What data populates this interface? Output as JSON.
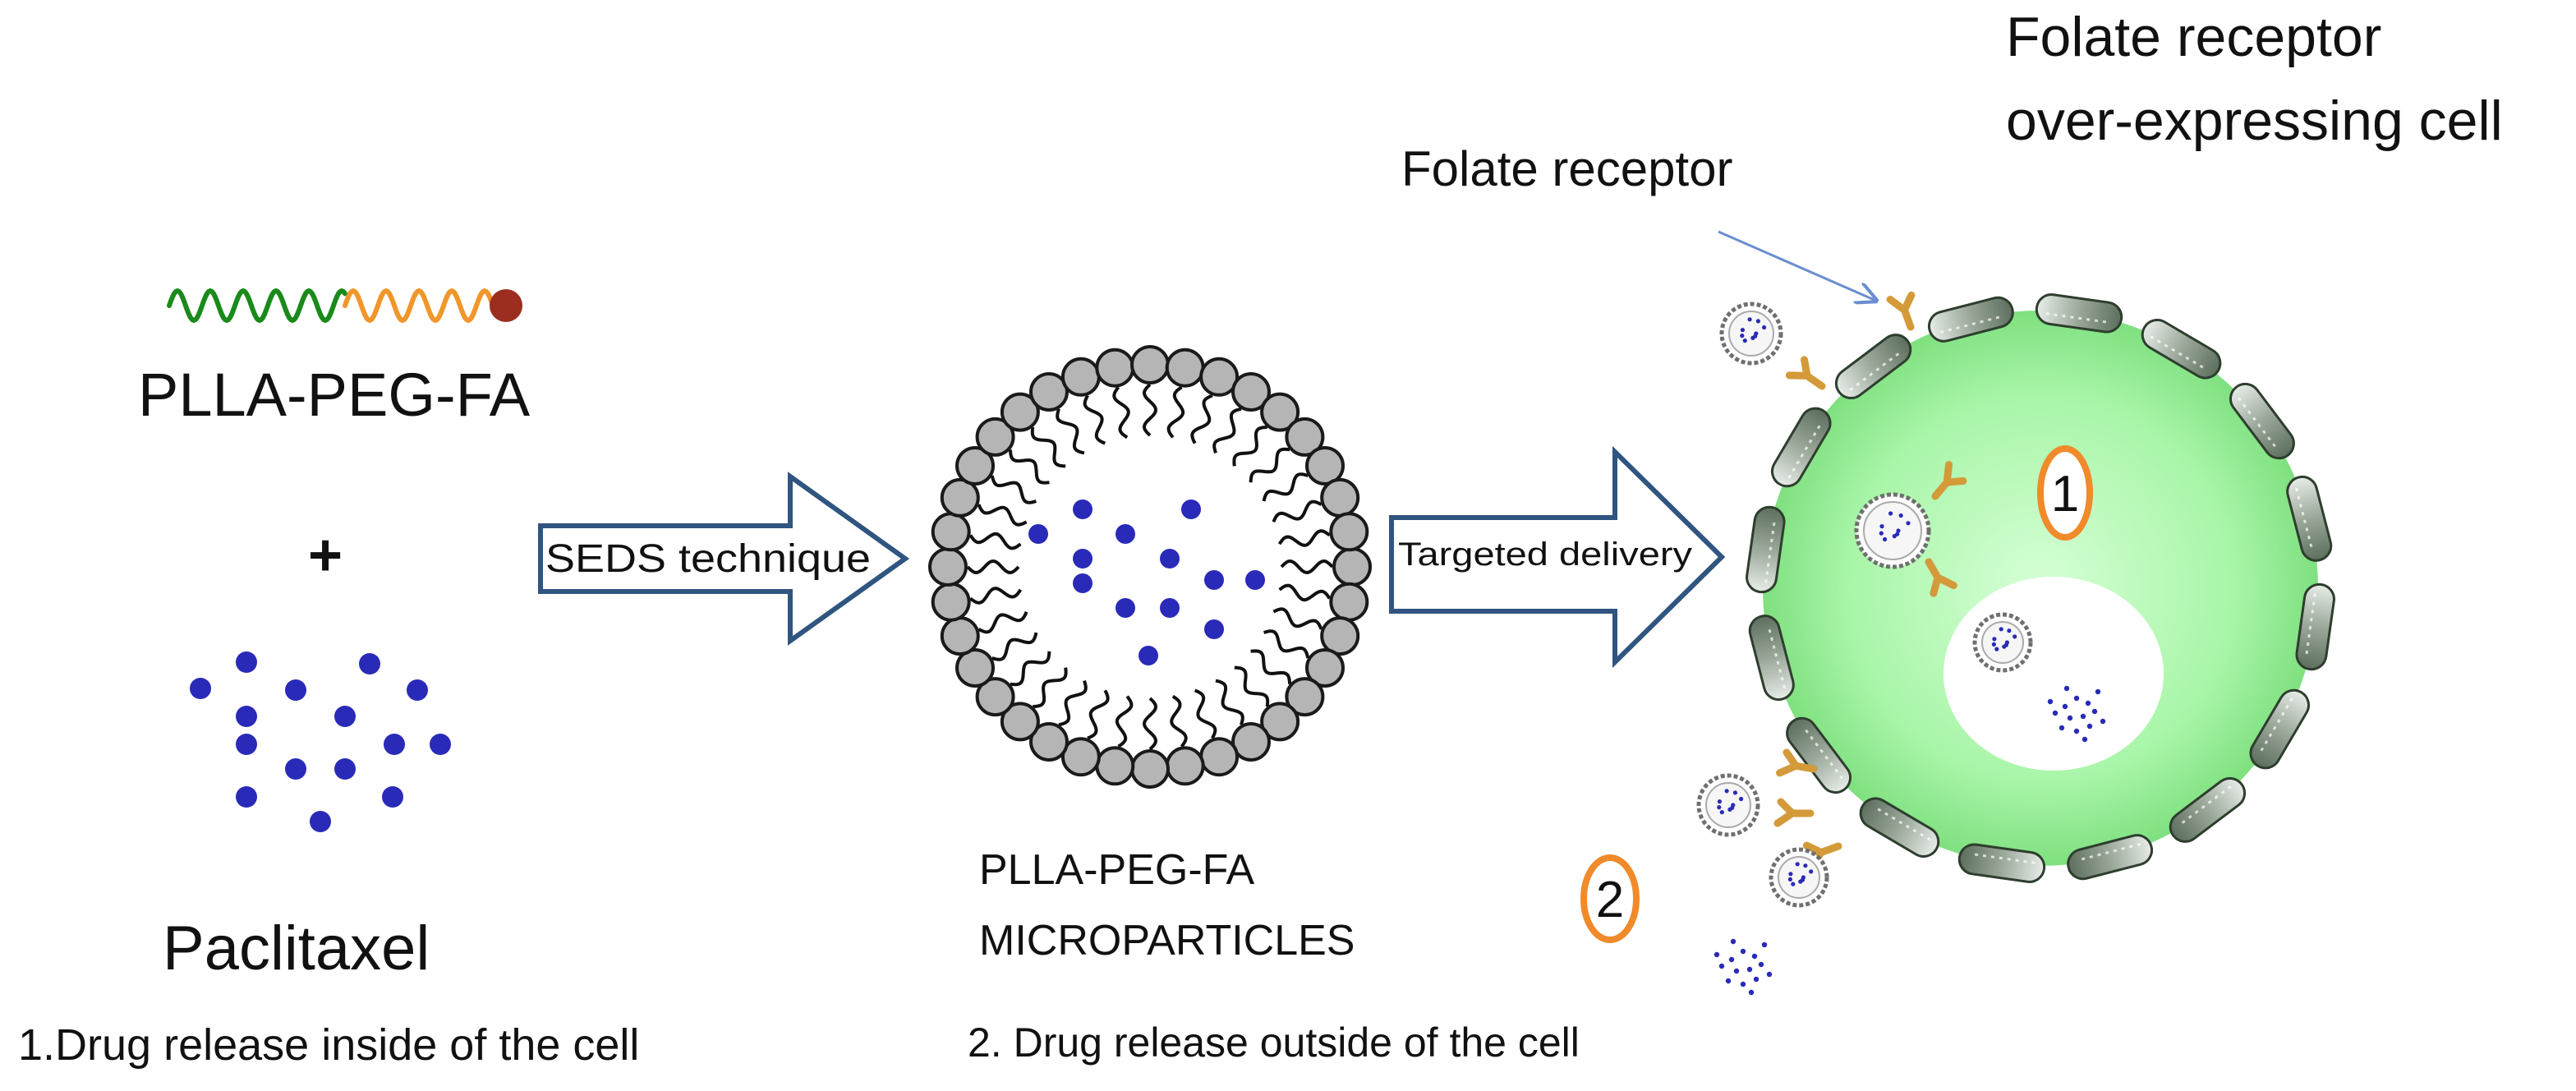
{
  "labels": {
    "polymer": "PLLA-PEG-FA",
    "plus": "+",
    "drug": "Paclitaxel",
    "step1": "SEDS technique",
    "step2": "Targeted delivery",
    "particles_line1": "PLLA-PEG-FA",
    "particles_line2": "MICROPARTICLES",
    "cell_line1": "Folate receptor",
    "cell_line2": "over-expressing cell",
    "receptor": "Folate receptor",
    "marker1": "1",
    "marker2": "2",
    "caption1": "1.Drug release inside of the cell",
    "caption2": "2. Drug release outside of the cell"
  },
  "colors": {
    "peg_green": "#1a8a1a",
    "peg_orange": "#f0962a",
    "folate_bead": "#9b2e1e",
    "drug_blue": "#2a2ab8",
    "arrow_stroke": "#2f5580",
    "lipid_head": "#b5b5b5",
    "cell_fill": "#9cf29c",
    "membrane": "#7d917d",
    "receptor": "#d49a3a",
    "marker_ring": "#f08a2a",
    "receptor_pointer": "#6a8fd0"
  }
}
